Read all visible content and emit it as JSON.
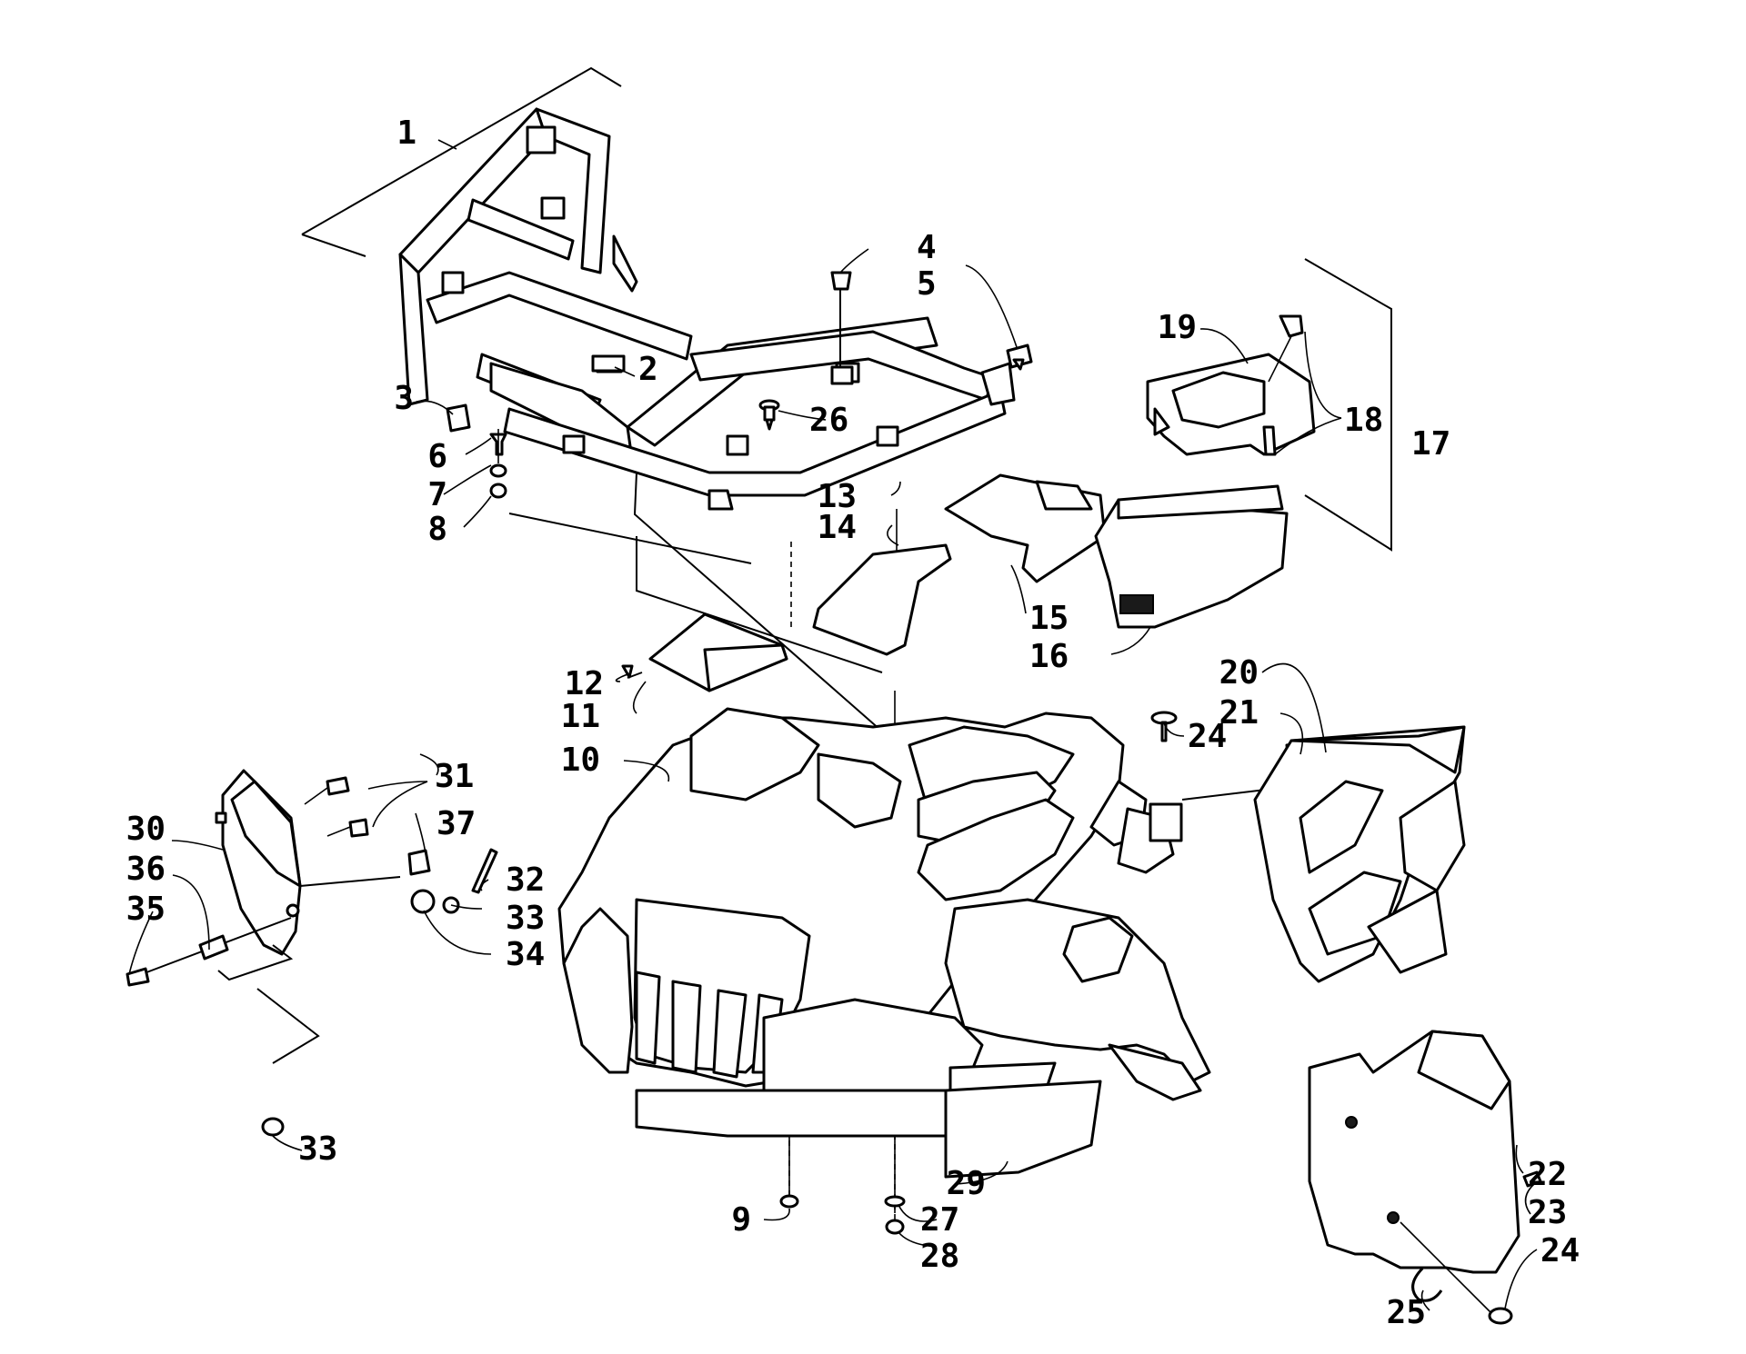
{
  "callouts": [
    {
      "id": "1",
      "text": "1"
    },
    {
      "id": "2",
      "text": "2"
    },
    {
      "id": "3",
      "text": "3"
    },
    {
      "id": "4",
      "text": "4"
    },
    {
      "id": "5",
      "text": "5"
    },
    {
      "id": "6",
      "text": "6"
    },
    {
      "id": "7",
      "text": "7"
    },
    {
      "id": "8",
      "text": "8"
    },
    {
      "id": "9",
      "text": "9"
    },
    {
      "id": "10",
      "text": "10"
    },
    {
      "id": "11",
      "text": "11"
    },
    {
      "id": "12",
      "text": "12"
    },
    {
      "id": "13",
      "text": "13"
    },
    {
      "id": "14",
      "text": "14"
    },
    {
      "id": "15",
      "text": "15"
    },
    {
      "id": "16",
      "text": "16"
    },
    {
      "id": "17",
      "text": "17"
    },
    {
      "id": "18",
      "text": "18"
    },
    {
      "id": "19",
      "text": "19"
    },
    {
      "id": "20",
      "text": "20"
    },
    {
      "id": "21",
      "text": "21"
    },
    {
      "id": "22",
      "text": "22"
    },
    {
      "id": "23",
      "text": "23"
    },
    {
      "id": "24a",
      "text": "24"
    },
    {
      "id": "24b",
      "text": "24"
    },
    {
      "id": "25",
      "text": "25"
    },
    {
      "id": "26",
      "text": "26"
    },
    {
      "id": "27",
      "text": "27"
    },
    {
      "id": "28",
      "text": "28"
    },
    {
      "id": "29",
      "text": "29"
    },
    {
      "id": "30",
      "text": "30"
    },
    {
      "id": "31",
      "text": "31"
    },
    {
      "id": "32",
      "text": "32"
    },
    {
      "id": "33a",
      "text": "33"
    },
    {
      "id": "33b",
      "text": "33"
    },
    {
      "id": "34",
      "text": "34"
    },
    {
      "id": "35",
      "text": "35"
    },
    {
      "id": "36",
      "text": "36"
    },
    {
      "id": "37",
      "text": "37"
    }
  ]
}
